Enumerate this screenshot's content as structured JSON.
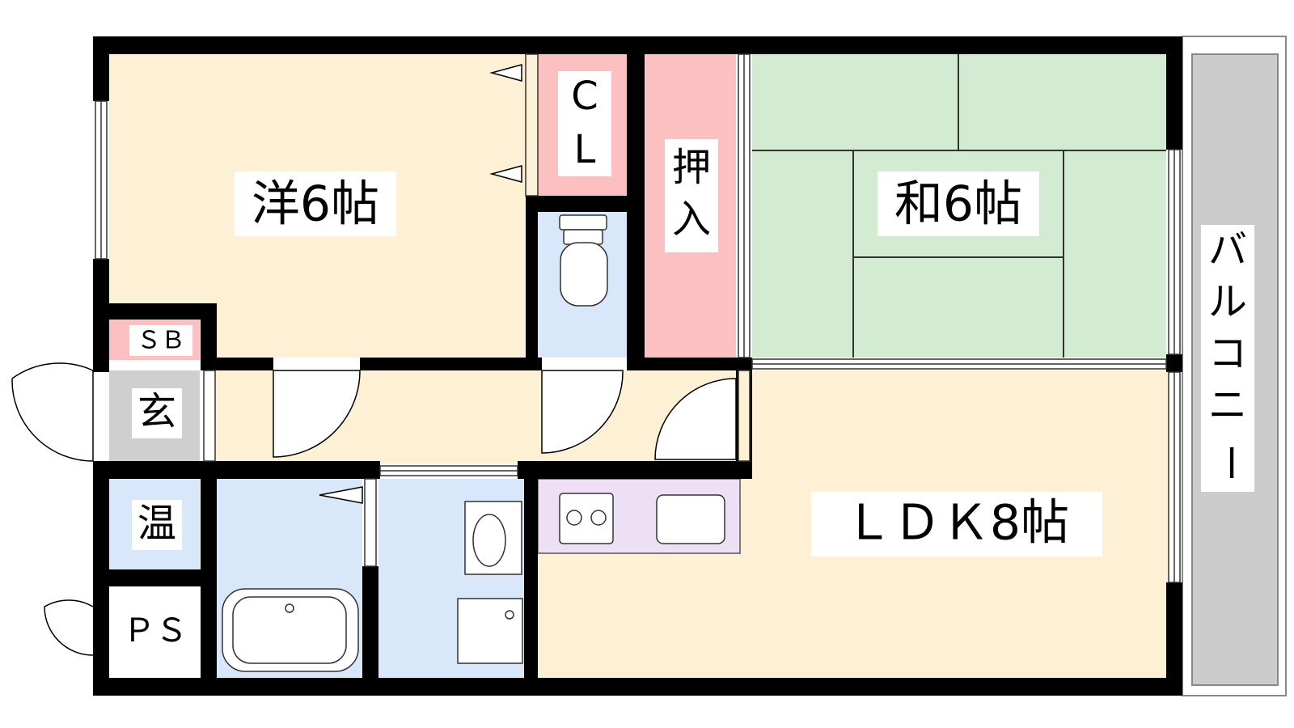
{
  "rooms": {
    "western": "洋6帖",
    "japanese": "和6帖",
    "ldk": "ＬＤＫ8帖",
    "closet_c": "C",
    "closet_l": "L",
    "oshiire_1": "押",
    "oshiire_2": "入",
    "shoe_box": "ＳＢ",
    "entrance": "玄",
    "water_heater": "温",
    "pipe_space": "ＰＳ",
    "balcony": [
      "バ",
      "ル",
      "コ",
      "ニ",
      "ー"
    ]
  },
  "colors": {
    "wall": "#000000",
    "western_floor": "#fdf0d4",
    "tatami": "#d3ebd0",
    "closet": "#fdc0c0",
    "wet_area": "#d8e8fa",
    "kitchen": "#ede0f5",
    "entrance": "#cfcfcf",
    "balcony": "#cccccc"
  }
}
